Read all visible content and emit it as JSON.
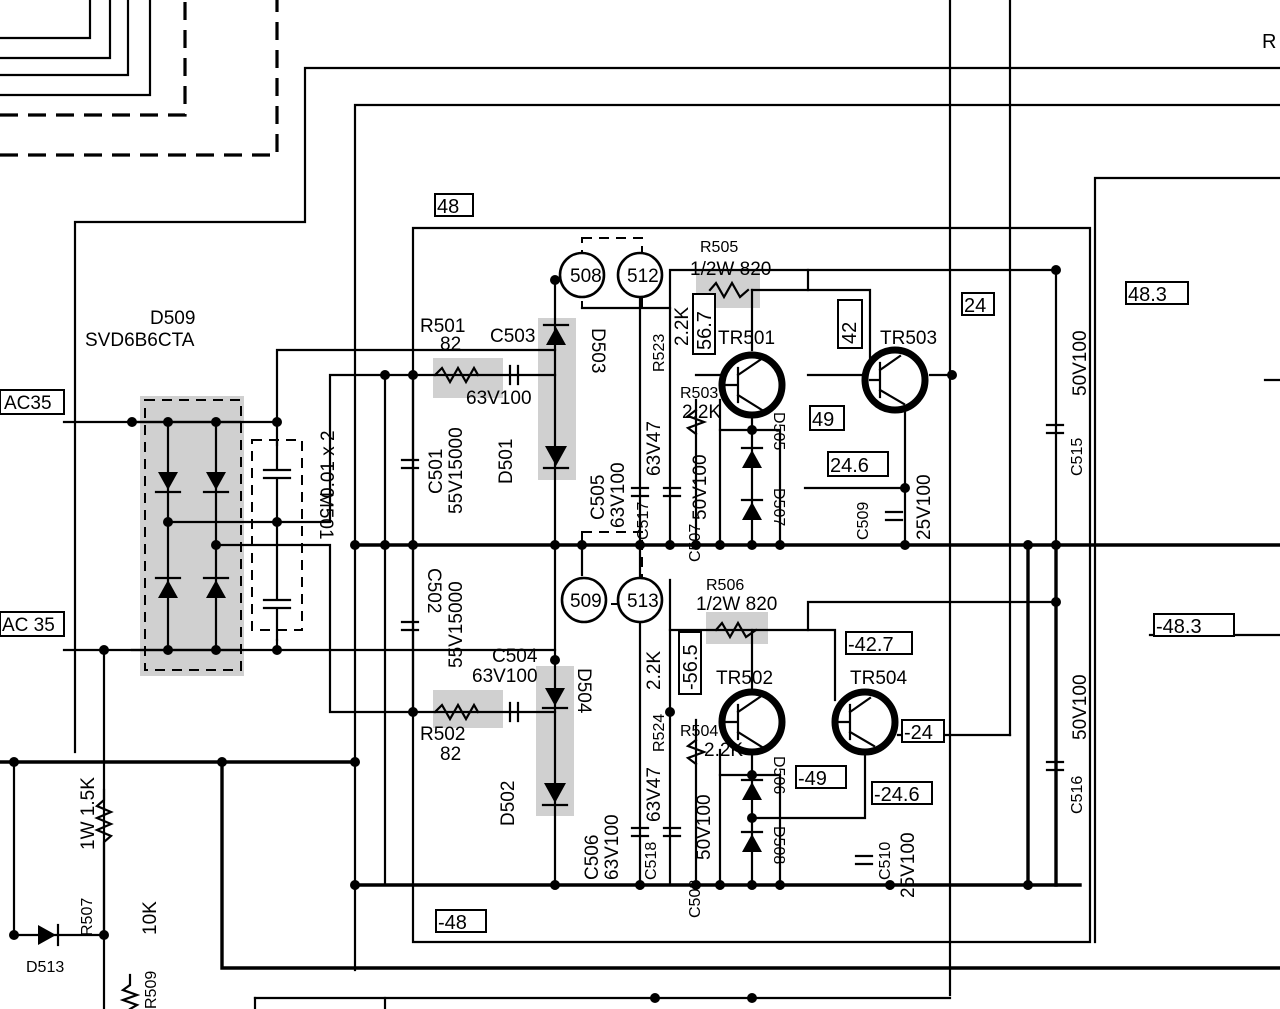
{
  "top_right_label": "R",
  "blocks": {
    "b48": "48",
    "b24": "24",
    "b48_3": "48.3",
    "b_neg48_3": "-48.3",
    "b42": "42",
    "b49": "49",
    "b24_6": "24.6",
    "b_neg42_7": "-42.7",
    "b_neg24": "-24",
    "b_neg49": "-49",
    "b_neg24_6": "-24.6",
    "b_neg48": "-48",
    "b56_7": "56.7",
    "b_neg56_5": "-56.5"
  },
  "components": {
    "d509_ref": "D509",
    "d509_part": "SVD6B6CTA",
    "ac35_top": "AC35",
    "ac35_bottom": "AC 35",
    "m501": "M501",
    "m501_val": "0.01 x 2",
    "r501": "R501",
    "r501_val": "82",
    "r502": "R502",
    "r502_val": "82",
    "c503": "C503",
    "c503_val": "63V100",
    "c504": "C504",
    "c504_val": "63V100",
    "c501": "C501",
    "c501_val": "55V15000",
    "c502": "C502",
    "c502_val": "55V15000",
    "d501": "D501",
    "d502": "D502",
    "d503": "D503",
    "d504": "D504",
    "led508": "508",
    "led512": "512",
    "led509": "509",
    "led513": "513",
    "c505": "C505",
    "c505_val": "63V100",
    "c506": "C506",
    "c506_val": "63V100",
    "r523": "R523",
    "r523_val": "2.2K",
    "r524": "R524",
    "r524_val": "2.2K",
    "r503": "R503",
    "r503_val": "2.2K",
    "r504": "R504",
    "r504_val": "2.2K",
    "c517": "C517",
    "c517_val": "63V47",
    "c518": "C518",
    "c518_val": "63V47",
    "c507": "C507",
    "c507_val": "50V100",
    "c508": "C508",
    "c508_val": "50V100",
    "r505": "R505",
    "r505_val": "1/2W 820",
    "r506": "R506",
    "r506_val": "1/2W 820",
    "tr501": "TR501",
    "tr502": "TR502",
    "tr503": "TR503",
    "tr504": "TR504",
    "d505": "D505",
    "d506": "D506",
    "d507": "D507",
    "d508": "D508",
    "c509": "C509",
    "c509_val": "25V100",
    "c510": "C510",
    "c510_val": "25V100",
    "c515": "C515",
    "c515_val": "50V100",
    "c516": "C516",
    "c516_val": "50V100",
    "r507": "R507",
    "r507_val": "1W 1.5K",
    "r509": "R509",
    "r509_val": "10K",
    "d513": "D513"
  }
}
